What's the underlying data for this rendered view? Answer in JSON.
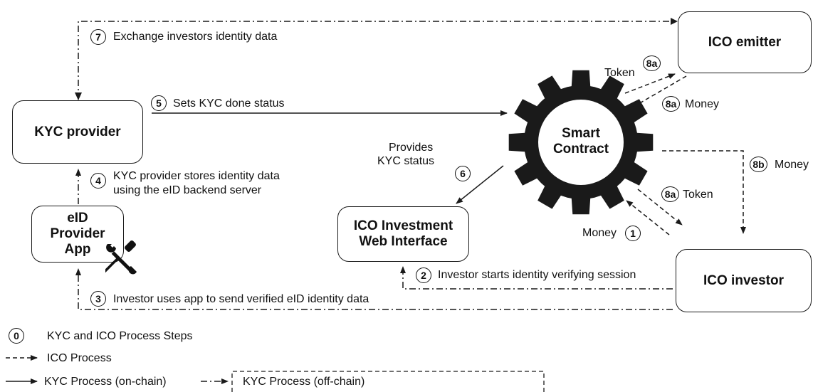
{
  "nodes": {
    "ico_emitter": "ICO emitter",
    "kyc_provider": "KYC provider",
    "eid_app": [
      "eID",
      "Provider",
      "App"
    ],
    "web_interface": [
      "ICO Investment",
      "Web Interface"
    ],
    "ico_investor": "ICO investor",
    "smart_contract": [
      "Smart",
      "Contract"
    ]
  },
  "steps": {
    "s7": {
      "num": "7",
      "text": "Exchange investors identity data"
    },
    "s5": {
      "num": "5",
      "text": "Sets KYC done status"
    },
    "s4": {
      "num": "4",
      "text": [
        "KYC provider stores identity data",
        "using the eID backend server"
      ]
    },
    "s6": {
      "num": "6",
      "text": [
        "Provides",
        "KYC status"
      ]
    },
    "s2": {
      "num": "2",
      "text": "Investor starts identity verifying session"
    },
    "s3": {
      "num": "3",
      "text": "Investor uses app to send verified eID identity data"
    },
    "s1": {
      "num": "1",
      "text": "Money"
    },
    "s8a_top": {
      "num": "8a",
      "token": "Token",
      "money": "Money"
    },
    "s8a_bottom": {
      "num": "8a",
      "token": "Token"
    },
    "s8b": {
      "num": "8b",
      "text": "Money"
    }
  },
  "legend": {
    "step_sample": "0",
    "steps": "KYC and ICO Process Steps",
    "ico": "ICO Process",
    "kyc_on": "KYC Process (on-chain)",
    "kyc_off": "KYC Process (off-chain)"
  },
  "icons": {
    "tool": "wrench-screwdriver-icon",
    "gear": "gear-icon"
  },
  "colors": {
    "line": "#1a1a1a",
    "gear": "#1a1a1a",
    "text_on_gear": "#111111"
  }
}
